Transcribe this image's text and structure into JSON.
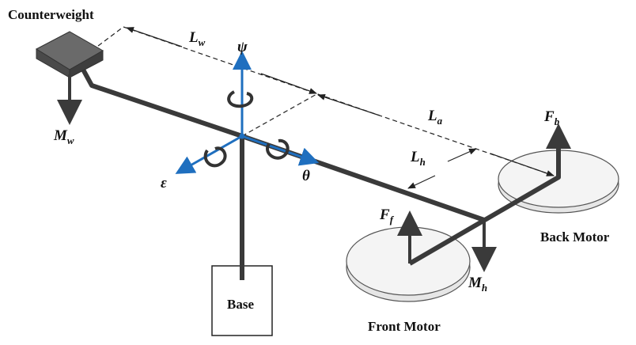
{
  "labels": {
    "counterweight": "Counterweight",
    "base": "Base",
    "front_motor": "Front Motor",
    "back_motor": "Back Motor"
  },
  "symbols": {
    "Lw": {
      "main": "L",
      "sub": "w"
    },
    "La": {
      "main": "L",
      "sub": "a"
    },
    "Lh": {
      "main": "L",
      "sub": "h"
    },
    "Mw": {
      "main": "M",
      "sub": "w"
    },
    "Mh": {
      "main": "M",
      "sub": "h"
    },
    "Ff": {
      "main": "F",
      "sub": "f"
    },
    "Fb": {
      "main": "F",
      "sub": "b"
    },
    "psi": "ψ",
    "theta": "θ",
    "epsilon": "ε"
  },
  "colors": {
    "arm": "#3a3a3a",
    "axis": "#1f6fbf",
    "counterweight": "#555555",
    "motor_fill": "#f2f2f2"
  }
}
